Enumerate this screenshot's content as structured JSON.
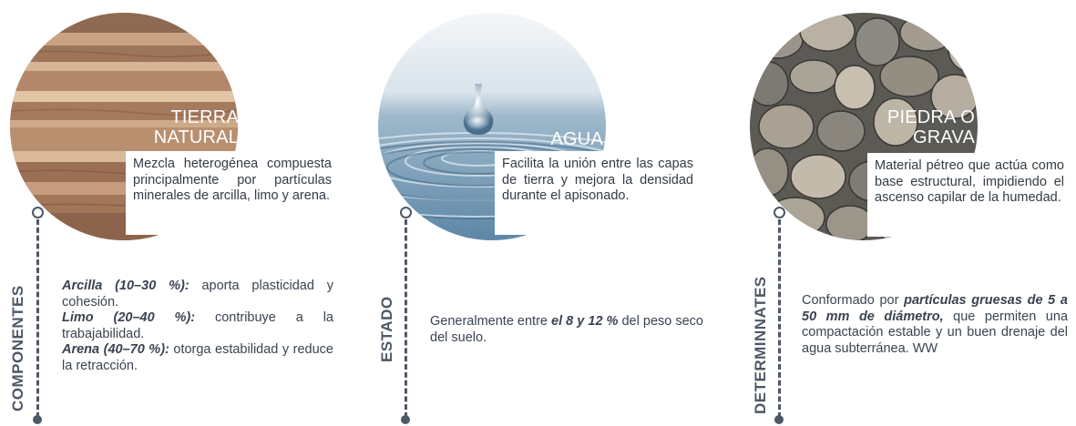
{
  "columns": [
    {
      "title": "TIERRA NATURAL",
      "description": "Mezcla heterogénea compuesta principalmente por partículas minerales de arcilla, limo y arena.",
      "label": "COMPONENTES",
      "details": [
        {
          "term": "Arcilla (10–30 %):",
          "text": " aporta plasticidad y cohesión."
        },
        {
          "term": "Limo (20–40 %):",
          "text": " contribuye a la trabajabilidad."
        },
        {
          "term": "Arena (40–70 %):",
          "text": " otorga estabilidad y reduce la retracción."
        }
      ]
    },
    {
      "title": "AGUA",
      "description": "Facilita la unión entre las capas de tierra y mejora la densidad durante el apisonado.",
      "label": "ESTADO",
      "detail_pre": "Generalmente entre ",
      "detail_bold": "el 8 y 12 %",
      "detail_post": " del peso seco del suelo."
    },
    {
      "title": "PIEDRA O GRAVA",
      "description": "Material pétreo que actúa como base estructural, impidiendo el ascenso capilar de la humedad.",
      "label": "DETERMINNATES",
      "detail_pre": "Conformado por ",
      "detail_bold": "partículas gruesas de 5 a 50 mm de diámetro,",
      "detail_post": " que permiten una compactación estable y un buen drenaje del agua subterránea. WW"
    }
  ],
  "colors": {
    "line": "#4d5866",
    "text": "#333b44"
  }
}
